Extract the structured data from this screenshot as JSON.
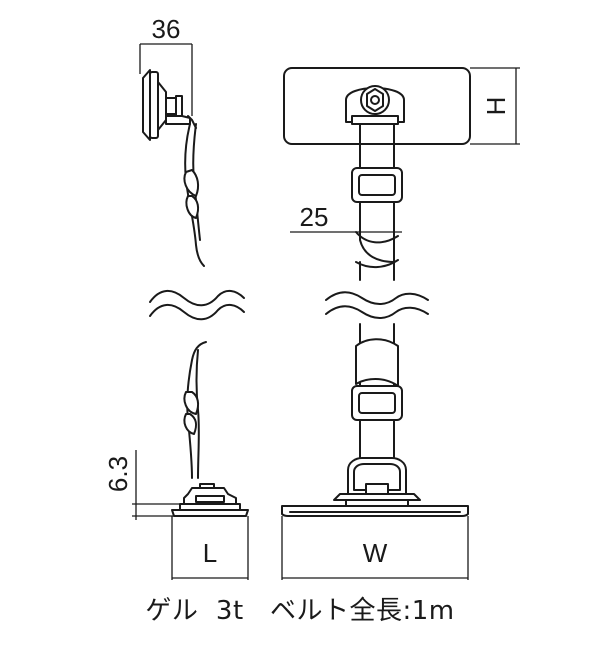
{
  "dimensions": {
    "side_width": "36",
    "height": "H",
    "belt_width": "25",
    "base_offset": "6.3",
    "length": "L",
    "width": "W"
  },
  "caption": {
    "gel": "ゲル",
    "thickness": "3t",
    "belt_length": "ベルト全長:1m"
  }
}
